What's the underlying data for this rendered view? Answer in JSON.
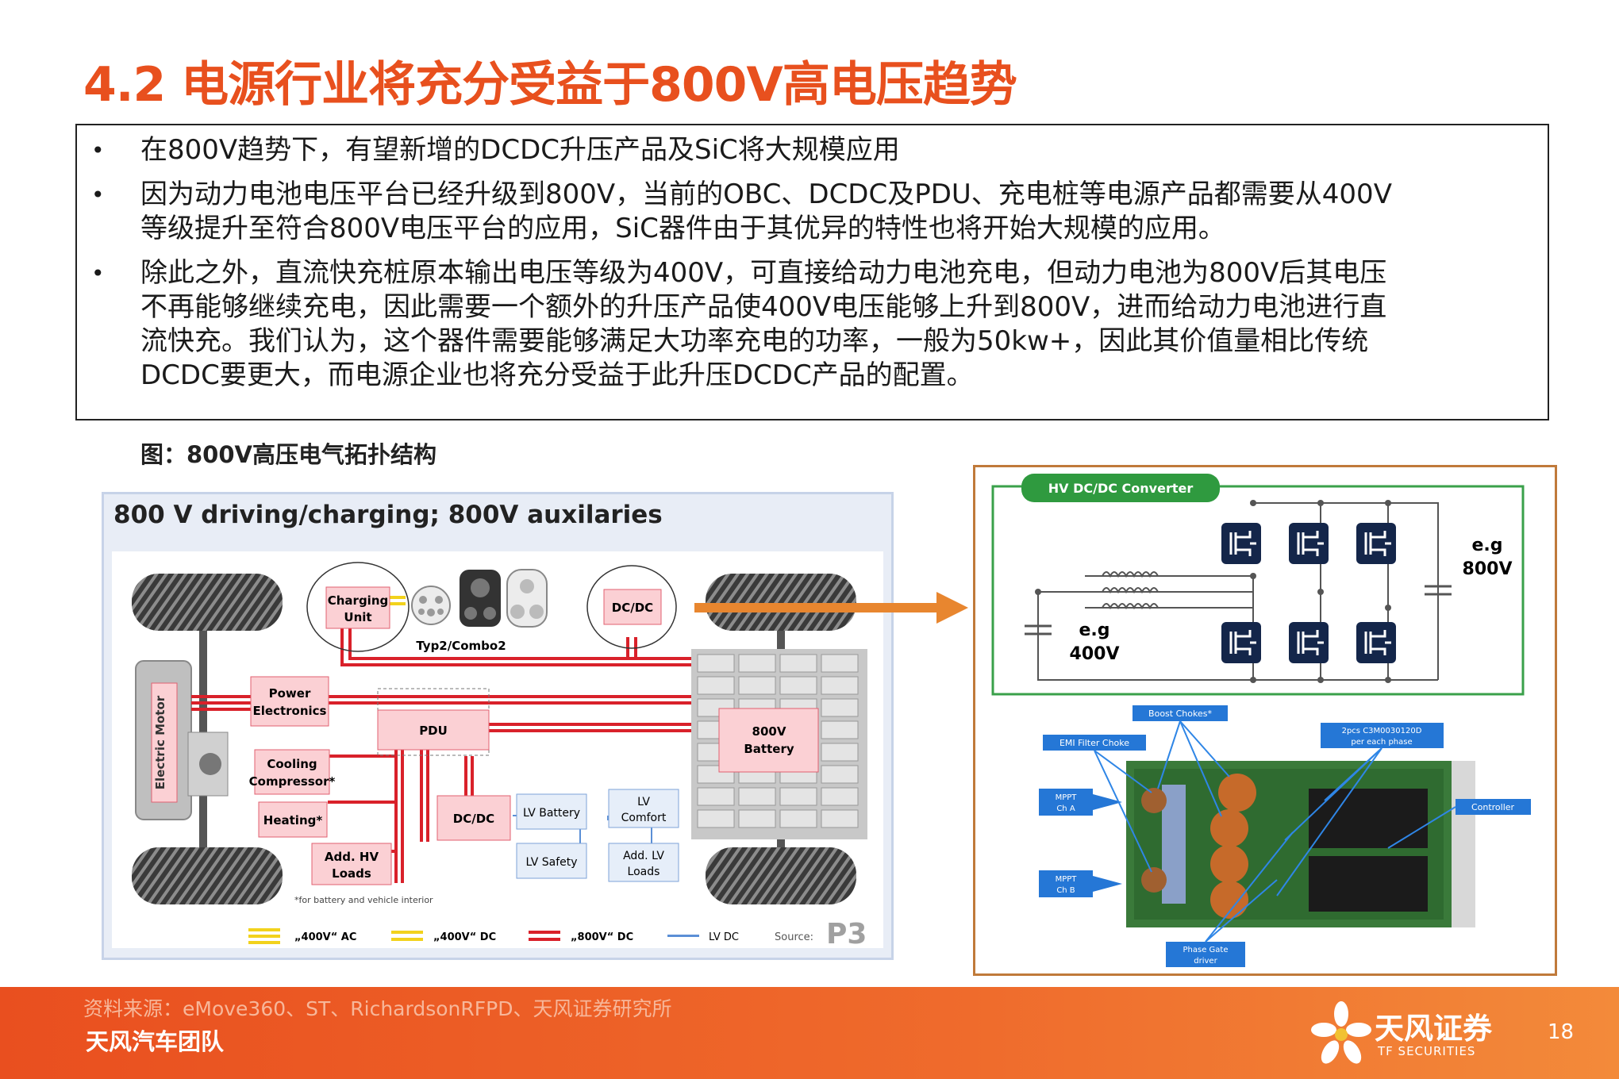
{
  "title": "4.2 电源行业将充分受益于800V高电压趋势",
  "bullets": [
    {
      "lines": [
        "在800V趋势下，有望新增的DCDC升压产品及SiC将大规模应用"
      ]
    },
    {
      "lines": [
        "因为动力电池电压平台已经升级到800V，当前的OBC、DCDC及PDU、充电桩等电源产品都需要从400V",
        "等级提升至符合800V电压平台的应用，SiC器件由于其优异的特性也将开始大规模的应用。"
      ]
    },
    {
      "lines": [
        "除此之外，直流快充桩原本输出电压等级为400V，可直接给动力电池充电，但动力电池为800V后其电压",
        "不再能够继续充电，因此需要一个额外的升压产品使400V电压能够上升到800V，进而给动力电池进行直",
        "流快充。我们认为，这个器件需要能够满足大功率充电的功率，一般为50kw+，因此其价值量相比传统",
        "DCDC要更大，而电源企业也将充分受益于此升压DCDC产品的配置。"
      ]
    }
  ],
  "figure_caption": "图：800V高压电气拓扑结构",
  "left_diagram": {
    "title": "800 V driving/charging; 800V auxilaries",
    "blocks": {
      "charging_unit": [
        "Charging",
        "Unit"
      ],
      "plug_label": "Typ2/Combo2",
      "dcdc_top": "DC/DC",
      "power_electronics": [
        "Power",
        "Electronics"
      ],
      "electric_motor": "Electric Motor",
      "pdu": "PDU",
      "battery": [
        "800V",
        "Battery"
      ],
      "cooling": [
        "Cooling",
        "Compressor*"
      ],
      "heating": "Heating*",
      "add_hv": [
        "Add. HV",
        "Loads"
      ],
      "dcdc_mid": "DC/DC",
      "lv_battery": "LV Battery",
      "lv_comfort": [
        "LV",
        "Comfort"
      ],
      "lv_safety": "LV Safety",
      "add_lv": [
        "Add. LV",
        "Loads"
      ],
      "footnote": "*for battery and vehicle interior"
    },
    "legend": [
      {
        "label": "„400V“ AC",
        "color": "#f2d21c"
      },
      {
        "label": "„400V“ DC",
        "color": "#f2d21c"
      },
      {
        "label": "„800V“ DC",
        "color": "#d9212a"
      },
      {
        "label": "LV DC",
        "color": "#5b8fd6"
      }
    ],
    "source_label": "Source:",
    "source_logo": "P3"
  },
  "right_diagram": {
    "converter_label": "HV DC/DC Converter",
    "out_voltage": [
      "e.g",
      "800V"
    ],
    "in_voltage": [
      "e.g",
      "400V"
    ],
    "callouts": {
      "boost_chokes": "Boost Chokes*",
      "emi_filter": "EMI Filter Choke",
      "sic_parts": [
        "2pcs C3M0030120D",
        "per each phase"
      ],
      "mppt_a": [
        "MPPT",
        "Ch A"
      ],
      "mppt_b": [
        "MPPT",
        "Ch B"
      ],
      "controller": "Controller",
      "gate_driver": [
        "Phase Gate",
        "driver"
      ]
    }
  },
  "footer": {
    "source": "资料来源：eMove360、ST、RichardsonRFPD、天风证券研究所",
    "team": "天风汽车团队",
    "brand": "天风证券",
    "brand_en": "TF SECURITIES",
    "page": "18"
  }
}
